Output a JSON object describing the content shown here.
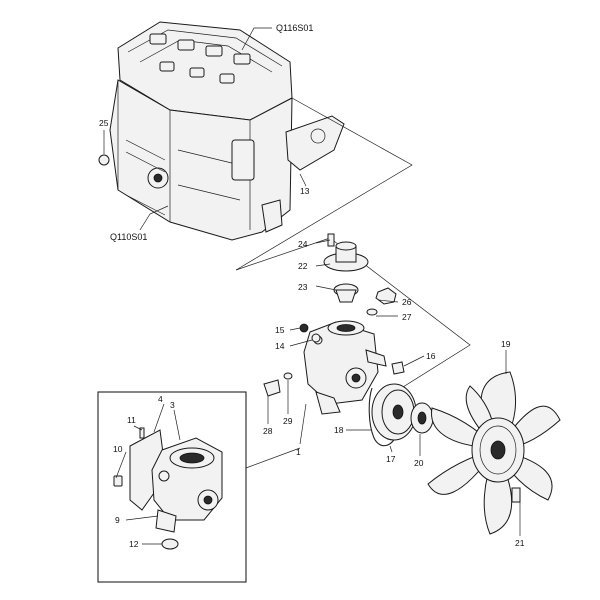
{
  "assemblies": {
    "cylinder_head": "Q116S01",
    "cylinder_block": "Q110S01"
  },
  "callouts": {
    "p1": "1",
    "p3": "3",
    "p4": "4",
    "p9": "9",
    "p10": "10",
    "p11": "11",
    "p12": "12",
    "p13": "13",
    "p14": "14",
    "p15": "15",
    "p16": "16",
    "p17": "17",
    "p18": "18",
    "p19": "19",
    "p20": "20",
    "p21": "21",
    "p22": "22",
    "p23": "23",
    "p24": "24",
    "p25": "25",
    "p26": "26",
    "p27": "27",
    "p28": "28",
    "p29": "29"
  },
  "icons": {
    "engine": "engine-block-icon",
    "pump": "water-pump-icon",
    "fan": "cooling-fan-icon",
    "pulley": "pulley-icon"
  }
}
